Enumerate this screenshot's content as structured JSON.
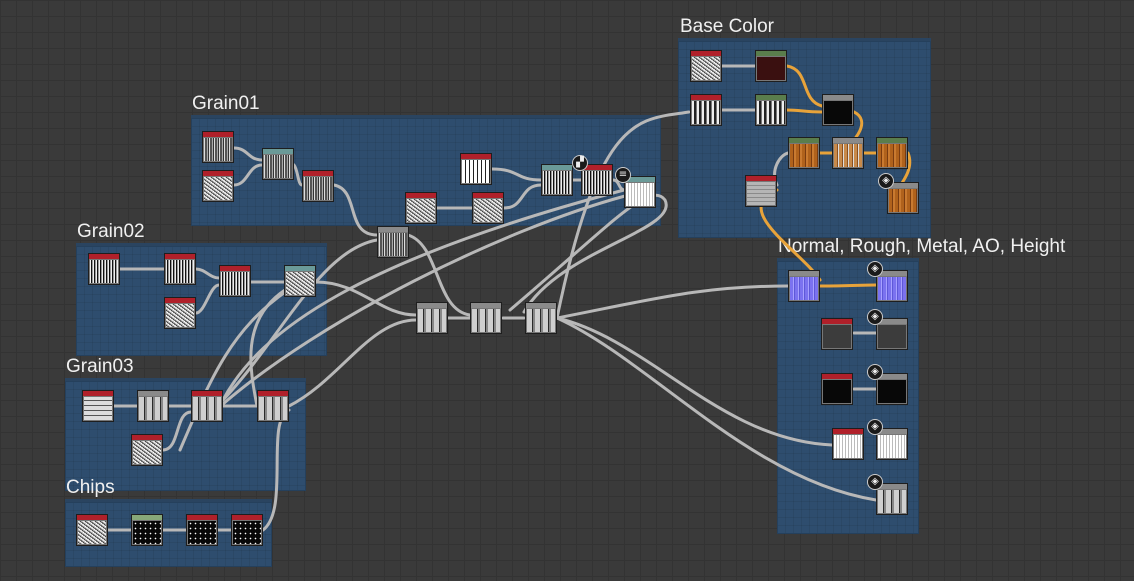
{
  "frames": [
    {
      "id": "grain01",
      "title": "Grain01"
    },
    {
      "id": "grain02",
      "title": "Grain02"
    },
    {
      "id": "grain03",
      "title": "Grain03"
    },
    {
      "id": "chips",
      "title": "Chips"
    },
    {
      "id": "basecolor",
      "title": "Base Color"
    },
    {
      "id": "nrmah",
      "title": "Normal, Rough, Metal, AO, Height"
    }
  ],
  "icons": {
    "output": "cube-icon",
    "preview2d": "checker-icon",
    "document": "document-icon"
  },
  "colors": {
    "frame_fill": "#2e4d6e",
    "wire": "#b8b8b8",
    "wire_highlight": "#e8a33a",
    "node_header_red": "#b0202a"
  }
}
